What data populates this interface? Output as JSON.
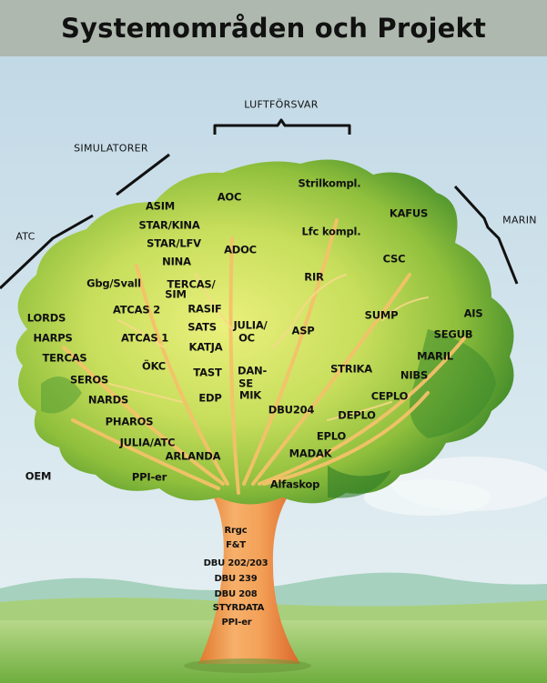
{
  "title": "Systemområden och Projekt",
  "categories": [
    "LUFTFÖRSVAR",
    "SIMULATORER",
    "MARIN",
    "ATC"
  ],
  "branch_labels": [
    "Strilkompl.",
    "AOC",
    "ASIM",
    "STAR/KINA",
    "STAR/LFV",
    "NINA",
    "ADOC",
    "Lfc kompl.",
    "KAFUS",
    "CSC",
    "Gbg/Svall",
    "TERCAS/",
    "SIM",
    "RIR",
    "RASIF",
    "ATCAS 2",
    "LORDS",
    "HARPS",
    "SATS",
    "JULIA/",
    "OC",
    "ASP",
    "SUMP",
    "AIS",
    "SEGUB",
    "ATCAS 1",
    "KATJA",
    "TERCAS",
    "MARIL",
    "STRIKA",
    "NIBS",
    "SEROS",
    "ÖKC",
    "TAST",
    "DAN-",
    "SE",
    "MIK",
    "CEPLO",
    "NARDS",
    "EDP",
    "DBU204",
    "DEPLO",
    "PHAROS",
    "EPLO",
    "JULIA/ATC",
    "MADAK",
    "ARLANDA",
    "OEM",
    "PPI-er",
    "Alfaskop"
  ],
  "trunk_labels": [
    "Rrgc",
    "F&T",
    "DBU 202/203",
    "DBU 239",
    "DBU 208",
    "STYRDATA",
    "PPI-er"
  ]
}
